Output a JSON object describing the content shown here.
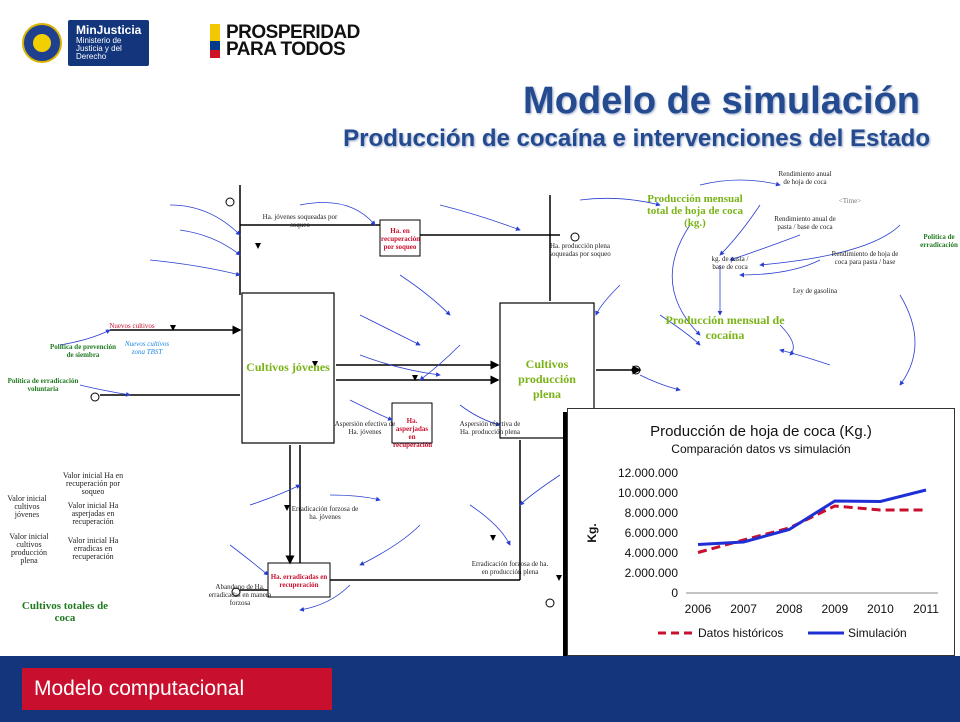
{
  "header": {
    "ministry_name": "MinJusticia",
    "ministry_sub": "Ministerio de Justicia y del Derecho",
    "prosperidad_line1": "PROSPERIDAD",
    "prosperidad_line2": "PARA TODOS"
  },
  "slide": {
    "title": "Modelo de simulación",
    "subtitle": "Producción de cocaína e intervenciones del Estado"
  },
  "diagram": {
    "stocks": {
      "jovenes": "Cultivos jóvenes",
      "plena": "Cultivos producción plena"
    },
    "big_labels": {
      "prod_hoja": "Producción mensual total de hoja de coca (kg.)",
      "prod_cocaina": "Producción mensual de cocaína",
      "totales": "Cultivos totales de coca"
    },
    "red_boxes": {
      "recuperacion": "Ha. en recuperación por soqueo",
      "asperjadas": "Ha. asperjadas en recuperación",
      "erradicadas": "Ha. erradicadas en recuperación"
    },
    "nodes": {
      "nuevos_cultivos": "Nuevos cultivos",
      "nuevos_zona": "Nuevos cultivos zona TBST",
      "politica_prevencion": "Política de prevención de siembra",
      "politica_erradicacion": "Política de erradicación voluntaria",
      "politica_erradicacion_right": "Política de erradicación",
      "ha_jovenes_soqueo": "Ha. jóvenes soqueadas por soqueo",
      "ha_plena_soqueo": "Ha. producción plena soqueadas por soqueo",
      "aspersion_efectiva_jov": "Aspersión efectiva de Ha. jóvenes",
      "aspersion_efectiva_plena": "Aspersión efectiva de Ha. producción plena",
      "erradicacion_forzosa": "Erradicación forzosa de ha. jóvenes",
      "erradicacion_forzosa_plena": "Erradicación forzosa de ha. en producción plena",
      "abandono": "Abandono de Ha. erradicadas en manera forzosa",
      "valor_ini_recup": "Valor inicial Ha en recuperación por soqueo",
      "valor_ini_jov": "Valor inicial cultivos jóvenes",
      "valor_ini_asper": "Valor inicial Ha asperjadas en recuperación",
      "valor_ini_err": "Valor inicial Ha erradicas en recuperación",
      "valor_ini_plena": "Valor inicial cultivos producción plena",
      "kg_pasta": "kg. de pasta / base de coca",
      "ley_gasolina": "Ley de gasolina",
      "time": "<Time>",
      "rend_hoja": "Rendimiento anual de hoja de coca",
      "rend_pasta": "Rendimiento anual de pasta / base de coca",
      "prod_pasta": "Rendimiento de hoja de coca para pasta / base"
    }
  },
  "chart_data": {
    "type": "line",
    "title": "Producción de hoja de coca (Kg.)",
    "subtitle": "Comparación datos vs simulación",
    "ylabel": "Kg.",
    "xlabel": "",
    "x": [
      "2006",
      "2007",
      "2008",
      "2009",
      "2010",
      "2011"
    ],
    "ylim": [
      0,
      12000000
    ],
    "yticks": [
      "0",
      "2.000.000",
      "4.000.000",
      "6.000.000",
      "8.000.000",
      "10.000.000",
      "12.000.000"
    ],
    "series": [
      {
        "name": "Datos históricos",
        "values": [
          4050000,
          5300000,
          6500000,
          8700000,
          8300000,
          8300000
        ],
        "color": "#c8102e",
        "style": "dashed"
      },
      {
        "name": "Simulación",
        "values": [
          4850000,
          5100000,
          6350000,
          9200000,
          9150000,
          10300000
        ],
        "color": "#1f2fd6",
        "style": "solid"
      }
    ],
    "legend": "bottom",
    "grid": false
  },
  "footer": {
    "label": "Modelo computacional"
  }
}
